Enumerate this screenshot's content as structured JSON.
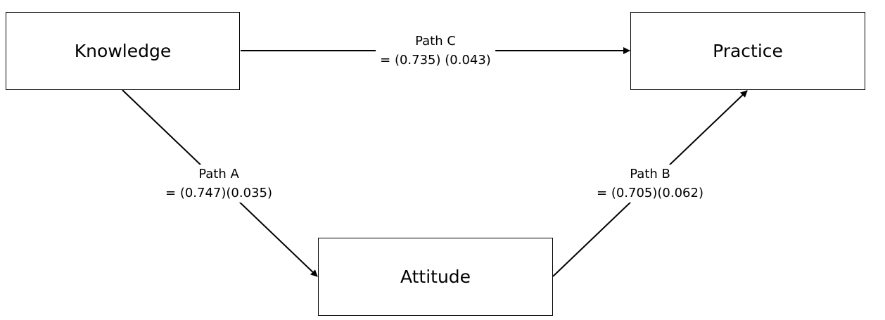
{
  "colors": {
    "stroke": "#000000",
    "text": "#000000",
    "background": "#ffffff"
  },
  "nodes": {
    "knowledge": "Knowledge",
    "practice": "Practice",
    "attitude": "Attitude"
  },
  "paths": {
    "a": {
      "name": "Path A",
      "value": "= (0.747)(0.035)"
    },
    "b": {
      "name": "Path B",
      "value": "= (0.705)(0.062)"
    },
    "c": {
      "name": "Path C",
      "value": "= (0.735) (0.043)"
    }
  }
}
